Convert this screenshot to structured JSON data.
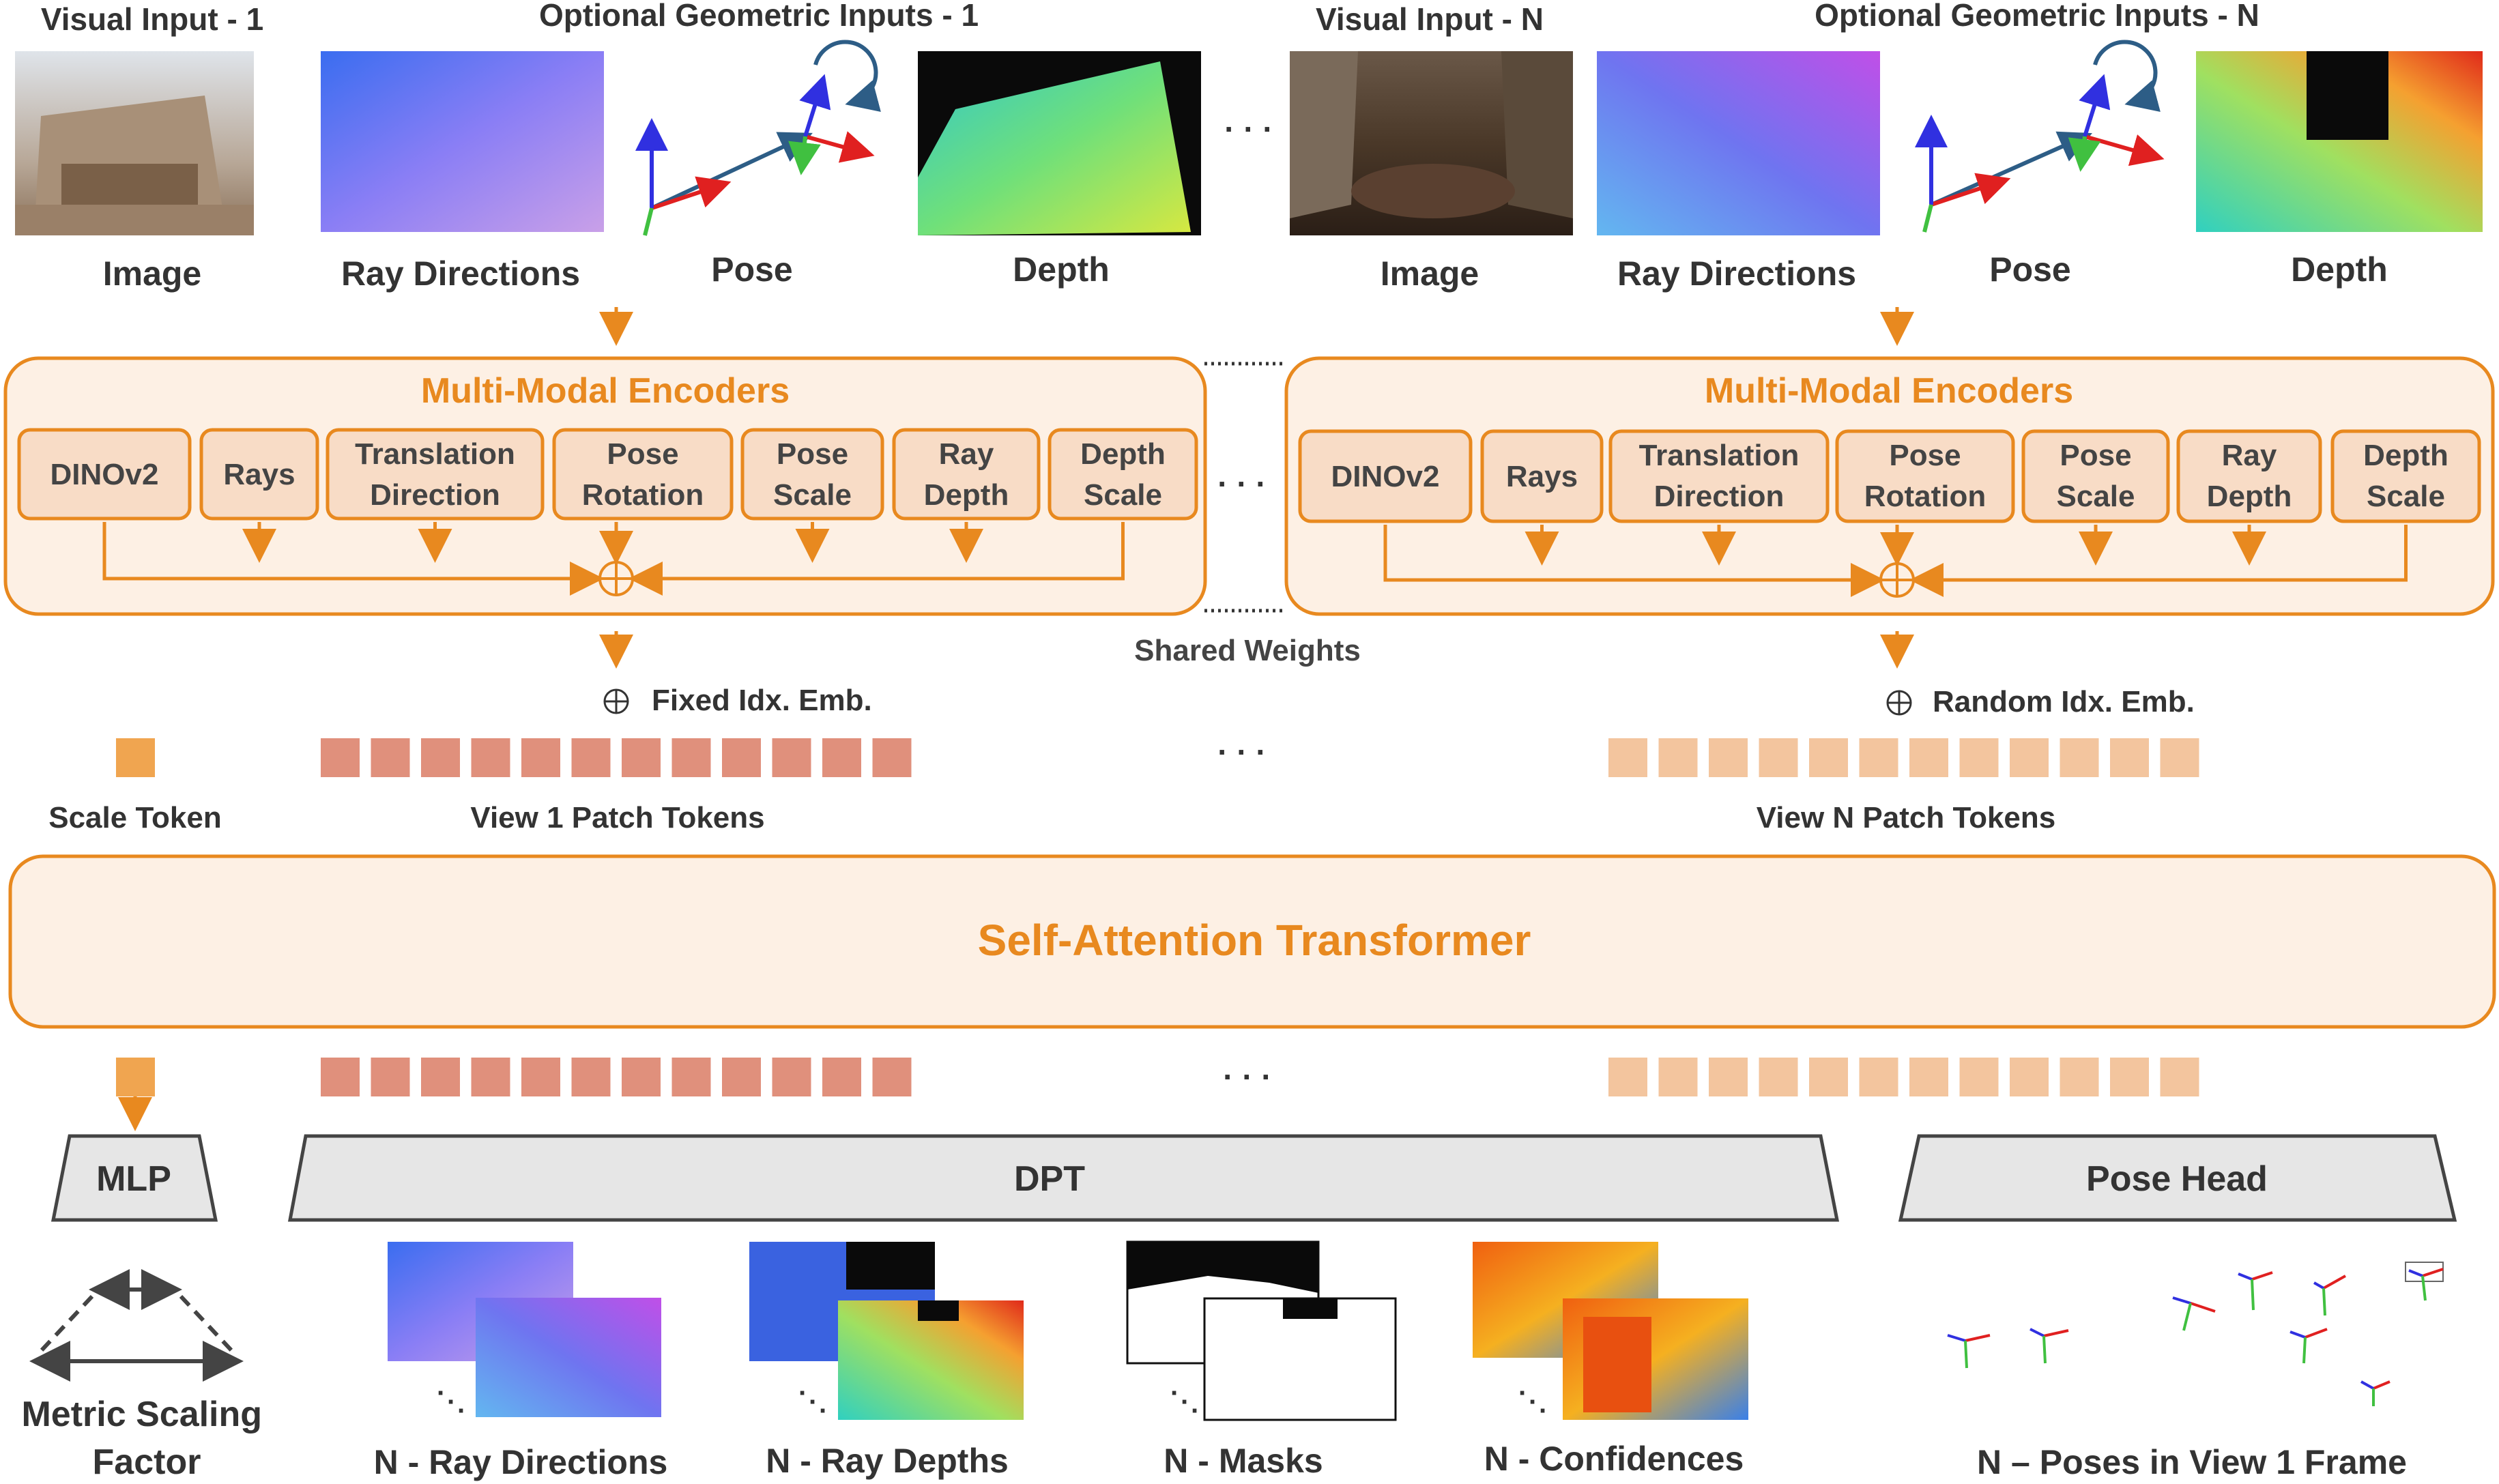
{
  "inputs": {
    "view1": {
      "visual_title": "Visual Input - 1",
      "geom_title": "Optional Geometric Inputs - 1",
      "labels": [
        "Image",
        "Ray Directions",
        "Pose",
        "Depth"
      ]
    },
    "viewN": {
      "visual_title": "Visual Input - N",
      "geom_title": "Optional Geometric Inputs - N",
      "labels": [
        "Image",
        "Ray Directions",
        "Pose",
        "Depth"
      ]
    }
  },
  "encoders": {
    "title": "Multi-Modal Encoders",
    "modules": [
      "DINOv2",
      "Rays",
      "Translation Direction",
      "Pose Rotation",
      "Pose Scale",
      "Ray Depth",
      "Depth Scale"
    ],
    "shared_label": "Shared Weights"
  },
  "embeddings": {
    "view1": "Fixed Idx. Emb.",
    "viewN": "Random Idx. Emb."
  },
  "tokens": {
    "scale_label": "Scale Token",
    "view1_label": "View 1 Patch Tokens",
    "viewN_label": "View N Patch Tokens",
    "patch_count": 12
  },
  "transformer": {
    "label": "Self-Attention Transformer"
  },
  "heads": {
    "mlp": "MLP",
    "dpt": "DPT",
    "pose": "Pose Head"
  },
  "outputs": {
    "scale": "Metric Scaling Factor",
    "items": [
      "N - Ray Directions",
      "N - Ray Depths",
      "N - Masks",
      "N - Confidences",
      "N – Poses in View 1 Frame"
    ]
  },
  "ellipsis": "· · ·",
  "colors": {
    "orange": "#e8891f",
    "panel_fill": "#fdf0e4",
    "module_fill": "#f8dcc6",
    "view1_token": "#e0907c",
    "viewN_token": "#f3c59e",
    "head_fill": "#e6e6e6"
  }
}
